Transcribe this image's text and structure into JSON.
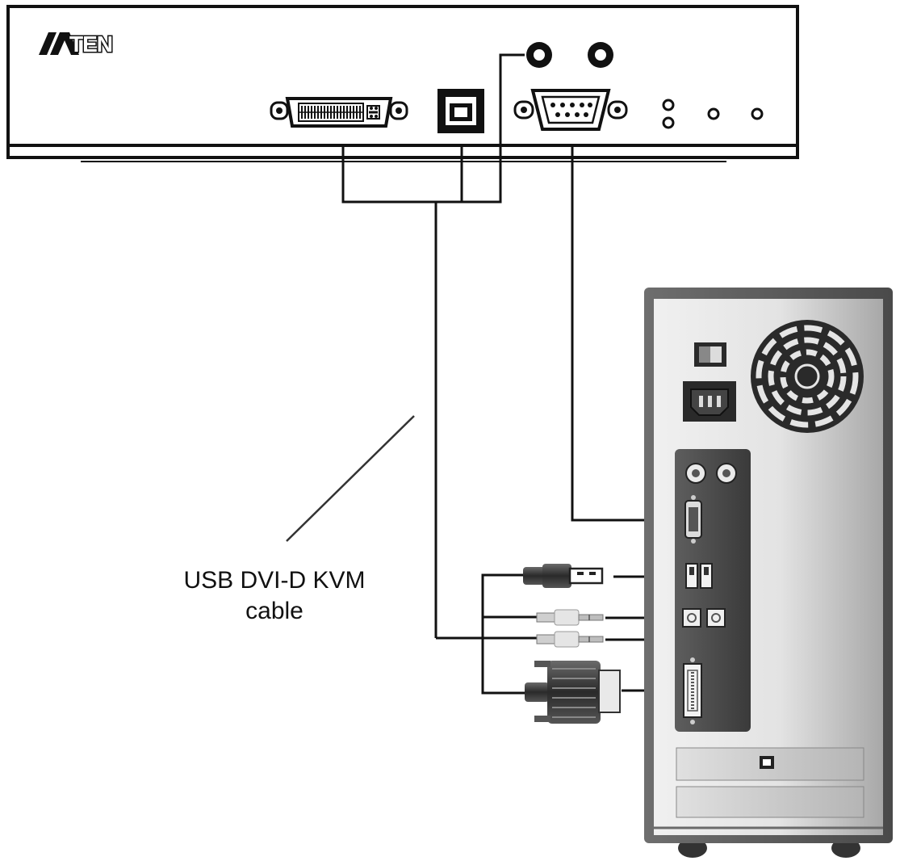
{
  "device": {
    "brand": "ATEN"
  },
  "cable_label": {
    "line1": "USB DVI-D KVM",
    "line2": "cable"
  },
  "colors": {
    "line": "#111111",
    "unit_fill": "#ffffff",
    "pc_light": "#e6e6e6",
    "pc_dark": "#9a9a9a"
  }
}
